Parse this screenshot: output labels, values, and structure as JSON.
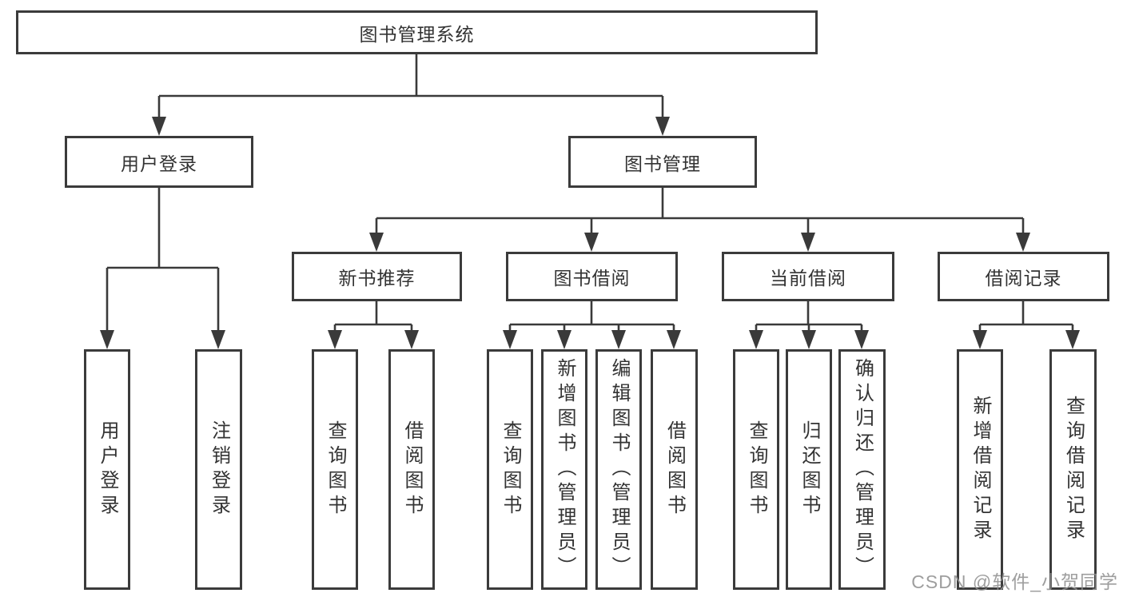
{
  "diagram": {
    "root": {
      "label": "图书管理系统"
    },
    "level2": [
      {
        "label": "用户登录"
      },
      {
        "label": "图书管理"
      }
    ],
    "level3": [
      {
        "label": "新书推荐"
      },
      {
        "label": "图书借阅"
      },
      {
        "label": "当前借阅"
      },
      {
        "label": "借阅记录"
      }
    ],
    "leaves": [
      {
        "label": "用户登录"
      },
      {
        "label": "注销登录"
      },
      {
        "label": "查询图书"
      },
      {
        "label": "借阅图书"
      },
      {
        "label": "查询图书"
      },
      {
        "label": "新增图书（管理员）"
      },
      {
        "label": "编辑图书（管理员）"
      },
      {
        "label": "借阅图书"
      },
      {
        "label": "查询图书"
      },
      {
        "label": "归还图书"
      },
      {
        "label": "确认归还（管理员）"
      },
      {
        "label": "新增借阅记录"
      },
      {
        "label": "查询借阅记录"
      }
    ],
    "line_color": "#3a3a3a"
  },
  "watermark": {
    "text": "CSDN @软件_小贺同学"
  }
}
